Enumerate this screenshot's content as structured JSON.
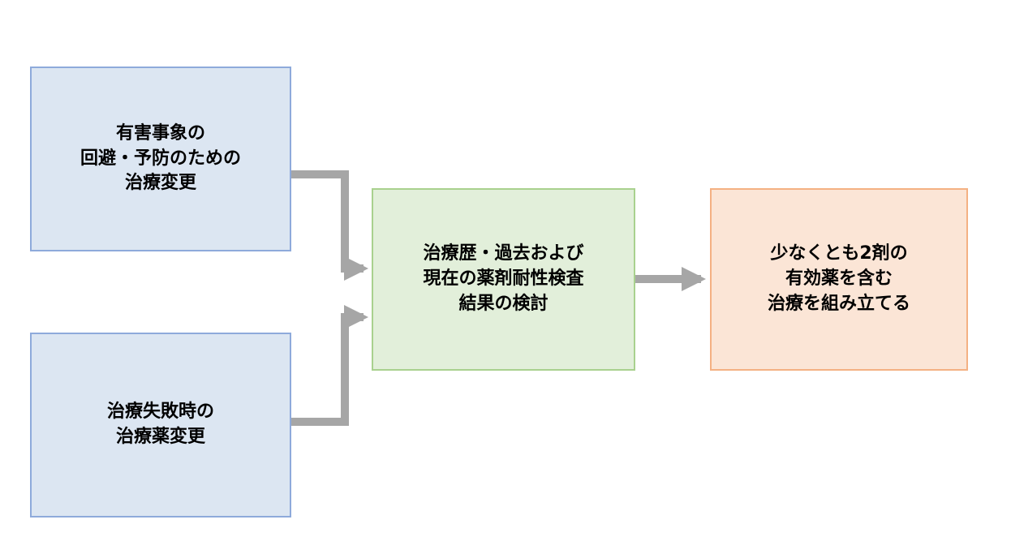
{
  "diagram": {
    "type": "flowchart",
    "boxes": {
      "adverse": {
        "text": "有害事象の\n回避・予防のための\n治療変更"
      },
      "failure": {
        "text": "治療失敗時の\n治療薬変更"
      },
      "review": {
        "text": "治療歴・過去および\n現在の薬剤耐性検査\n結果の検討"
      },
      "regimen": {
        "text": "少なくとも2剤の\n有効薬を含む\n治療を組み立てる"
      }
    },
    "connections": [
      {
        "from": "adverse",
        "to": "review"
      },
      {
        "from": "failure",
        "to": "review"
      },
      {
        "from": "review",
        "to": "regimen"
      }
    ]
  },
  "colors": {
    "blue_fill": "#dce6f2",
    "blue_border": "#8eaadb",
    "green_fill": "#e2efda",
    "green_border": "#a9d18e",
    "orange_fill": "#fbe5d6",
    "orange_border": "#f4b183",
    "arrow": "#a6a6a6",
    "text": "#000000",
    "background": "#ffffff"
  }
}
